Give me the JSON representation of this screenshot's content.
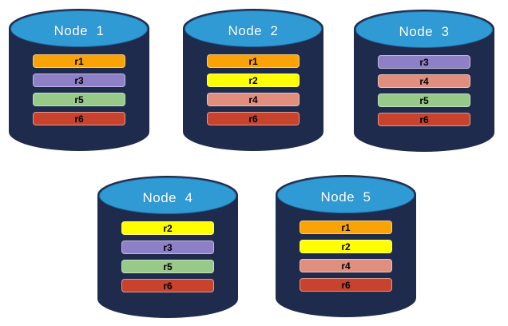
{
  "colors": {
    "background": "#FFFFFF",
    "cylinder_body": "#1F2B4D",
    "cylinder_top": "#2F9AD3",
    "title_text": "#FFFFFF",
    "bar_text": "#000000"
  },
  "replica_palette": {
    "r1": "#FAA306",
    "r2": "#FFFF00",
    "r3": "#8E80C6",
    "r4": "#E08E7D",
    "r5": "#97C989",
    "r6": "#C7432E"
  },
  "nodes": [
    {
      "name": "Node  1",
      "replicas": [
        {
          "label": "r1",
          "color": "#FAA306"
        },
        {
          "label": "r3",
          "color": "#8E80C6"
        },
        {
          "label": "r5",
          "color": "#97C989"
        },
        {
          "label": "r6",
          "color": "#C7432E"
        }
      ]
    },
    {
      "name": "Node  2",
      "replicas": [
        {
          "label": "r1",
          "color": "#FAA306"
        },
        {
          "label": "r2",
          "color": "#FFFF00"
        },
        {
          "label": "r4",
          "color": "#E08E7D"
        },
        {
          "label": "r6",
          "color": "#C7432E"
        }
      ]
    },
    {
      "name": "Node  3",
      "replicas": [
        {
          "label": "r3",
          "color": "#8E80C6"
        },
        {
          "label": "r4",
          "color": "#E08E7D"
        },
        {
          "label": "r5",
          "color": "#97C989"
        },
        {
          "label": "r6",
          "color": "#C7432E"
        }
      ]
    },
    {
      "name": "Node  4",
      "replicas": [
        {
          "label": "r2",
          "color": "#FFFF00"
        },
        {
          "label": "r3",
          "color": "#8E80C6"
        },
        {
          "label": "r5",
          "color": "#97C989"
        },
        {
          "label": "r6",
          "color": "#C7432E"
        }
      ]
    },
    {
      "name": "Node  5",
      "replicas": [
        {
          "label": "r1",
          "color": "#FAA306"
        },
        {
          "label": "r2",
          "color": "#FFFF00"
        },
        {
          "label": "r4",
          "color": "#E08E7D"
        },
        {
          "label": "r6",
          "color": "#C7432E"
        }
      ]
    }
  ]
}
